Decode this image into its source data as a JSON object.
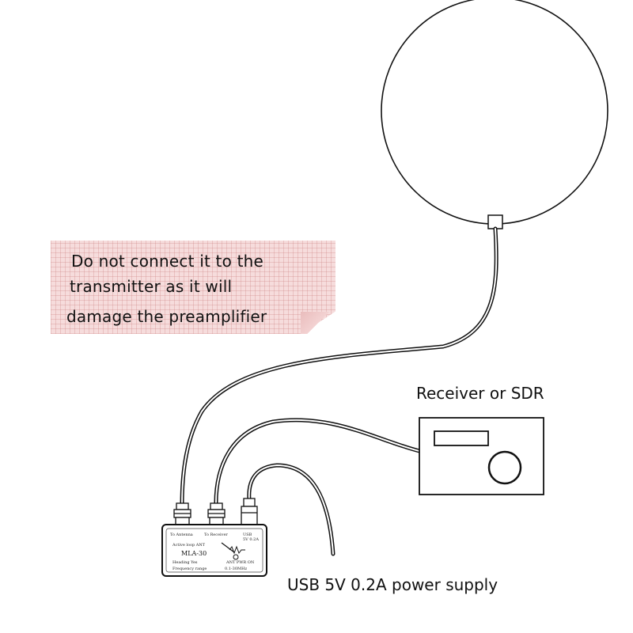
{
  "note": {
    "lines": [
      "Do not connect it to the",
      "transmitter as it will",
      "damage the preamplifier"
    ]
  },
  "labels": {
    "receiver": "Receiver or SDR",
    "power": "USB 5V 0.2A power supply"
  },
  "device": {
    "name": "MLA-30",
    "antenna_port": "To Antenna",
    "receiver_port": "To Receiver",
    "usb_port": "USB",
    "usb_sub": "5V 0.2A",
    "line_active": "Active loop ANT",
    "line_heading": "Heading Yes",
    "line_pwr": "ANT PWR ON",
    "line_freq": "Frequency range",
    "line_range": "0.1-30MHz"
  }
}
